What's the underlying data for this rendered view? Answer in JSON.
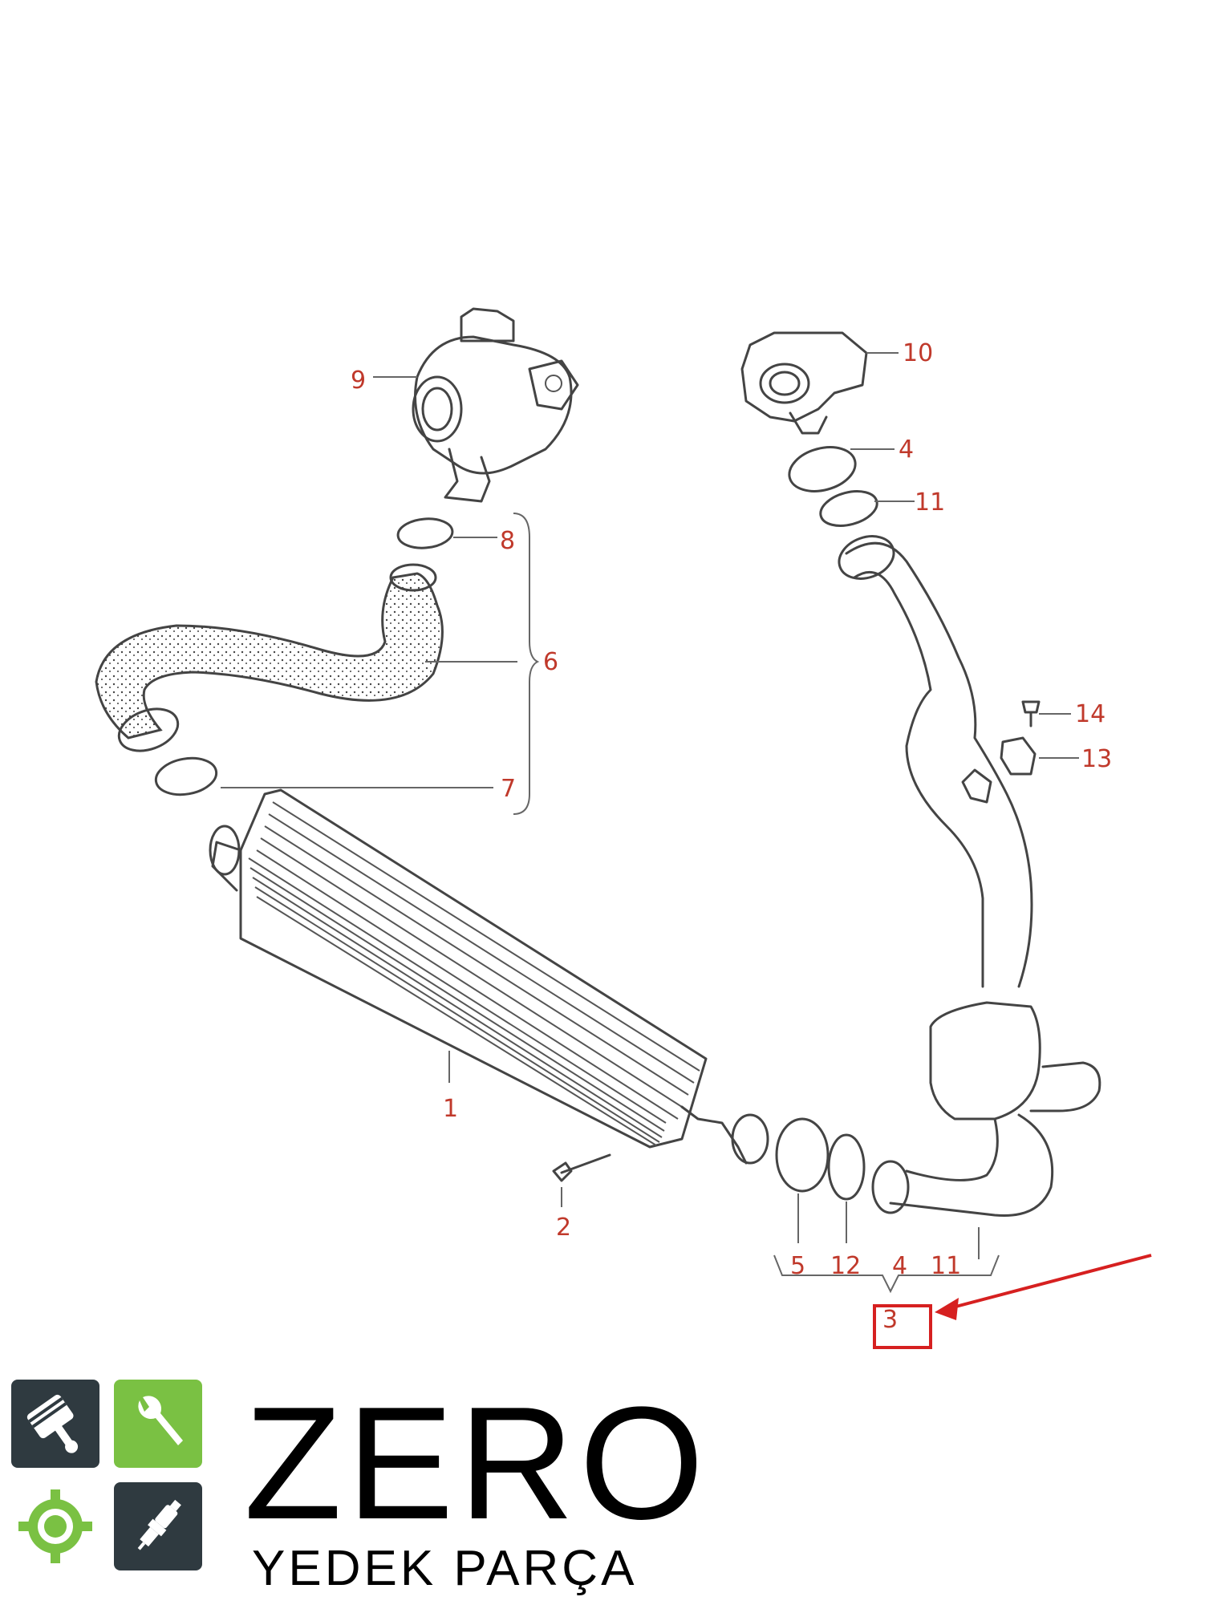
{
  "callouts": {
    "c1": "1",
    "c2": "2",
    "c3": "3",
    "c4a": "4",
    "c4b": "4",
    "c5": "5",
    "c6": "6",
    "c7": "7",
    "c8": "8",
    "c9": "9",
    "c10": "10",
    "c11a": "11",
    "c11b": "11",
    "c12": "12",
    "c13": "13",
    "c14": "14"
  },
  "highlight": {
    "color": "#d62020"
  },
  "brand": {
    "name": "ZERO",
    "tagline": "YEDEK PARÇA",
    "tile_dark": "#2f3a40",
    "tile_green": "#7ac143",
    "icons": [
      "piston-icon",
      "wrench-icon",
      "gear-icon",
      "spark-plug-icon"
    ]
  }
}
